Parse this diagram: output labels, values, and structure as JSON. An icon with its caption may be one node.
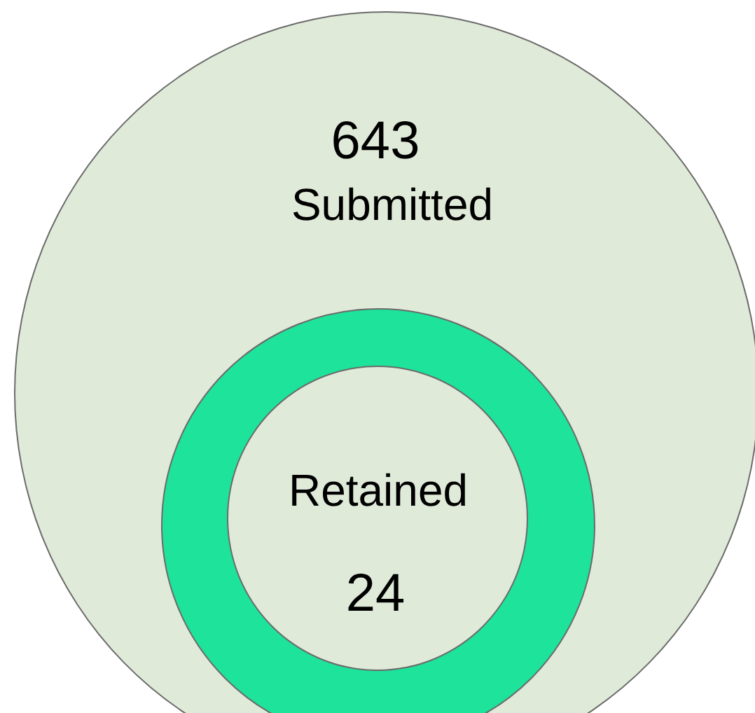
{
  "diagram": {
    "nodes": [
      {
        "text": [
          "643",
          "Submitted"
        ]
      },
      {
        "text": [],
        "shape": "circle",
        "in": 0
      },
      {
        "text": [
          "Retained",
          "24"
        ],
        "in": 1
      }
    ]
  }
}
